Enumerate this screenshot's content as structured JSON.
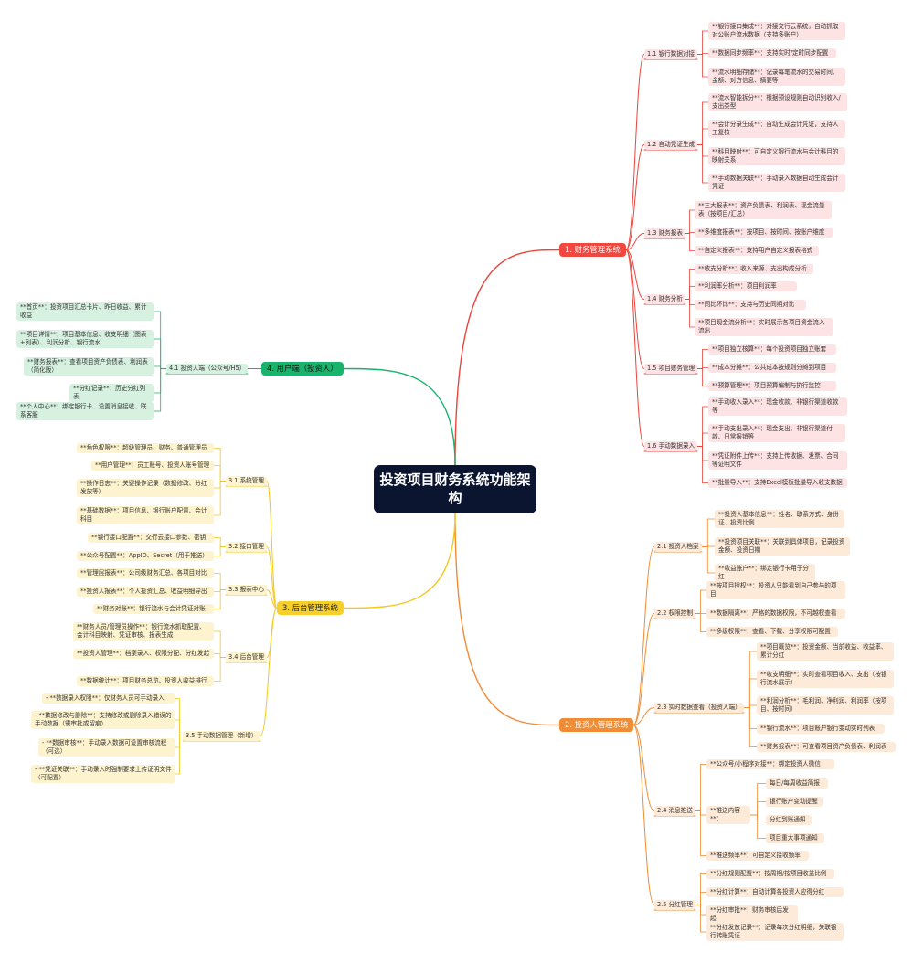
{
  "title": "投资项目财务系统功能架构",
  "branches": [
    {
      "label": "1. 财务管理系统",
      "children": [
        {
          "label": "1.1 银行数据对接",
          "children": [
            "**银行接口集成**：对接交行云系统，自动抓取对公账户流水数据（支持多账户）",
            "**数据同步频率**：支持实时/定时同步配置",
            "**流水明细存储**：记录每笔流水的交易时间、金额、对方信息、摘要等"
          ]
        },
        {
          "label": "1.2 自动凭证生成",
          "children": [
            "**流水智能拆分**：根据预设规则自动识别收入/支出类型",
            "**会计分录生成**：自动生成会计凭证，支持人工复核",
            "**科目映射**：可自定义银行流水与会计科目的映射关系",
            "**手动数据关联**：手动录入数据自动生成会计凭证"
          ]
        },
        {
          "label": "1.3 财务报表",
          "children": [
            "**三大报表**：资产负债表、利润表、现金流量表（按项目/汇总）",
            "**多维度报表**：按项目、按时间、按账户维度",
            "**自定义报表**：支持用户自定义报表格式"
          ]
        },
        {
          "label": "1.4 财务分析",
          "children": [
            "**收支分析**：收入来源、支出构成分析",
            "**利润率分析**：项目利润率",
            "**同比环比**：支持与历史同期对比",
            "**项目现金流分析**：实时展示各项目资金流入流出"
          ]
        },
        {
          "label": "1.5 项目财务管理",
          "children": [
            "**项目独立核算**：每个投资项目独立账套",
            "**成本分摊**：公共成本按规则分摊到项目",
            "**预算管理**：项目预算编制与执行监控"
          ]
        },
        {
          "label": "1.6 手动数据录入",
          "children": [
            "**手动收入录入**：现金收款、非银行渠道收款等",
            "**手动支出录入**：现金支出、非银行渠道付款、日常报销等",
            "**凭证附件上传**：支持上传收据、发票、合同等证明文件",
            "**批量导入**：支持Excel模板批量导入收支数据"
          ]
        }
      ]
    },
    {
      "label": "2. 投资人管理系统",
      "children": [
        {
          "label": "2.1 投资人档案",
          "children": [
            "**投资人基本信息**：姓名、联系方式、身份证、投资比例",
            "**投资项目关联**：关联到具体项目，记录投资金额、投资日期",
            "**收益账户**：绑定银行卡用于分红"
          ]
        },
        {
          "label": "2.2 权限控制",
          "children": [
            "**按项目授权**：投资人只能看到自己参与的项目",
            "**数据隔离**：严格的数据权限，不可越权查看",
            "**多级权限**：查看、下载、分享权限可配置"
          ]
        },
        {
          "label": "2.3 实时数据查看（投资人端）",
          "children": [
            "**项目概览**：投资金额、当前收益、收益率、累计分红",
            "**收支明细**：实时查看项目收入、支出（按银行流水展示）",
            "**利润分析**：毛利润、净利润、利润率（按项目、按时间）",
            "**银行流水**：项目账户银行变动实时列表",
            "**财务报表**：可查看项目资产负债表、利润表"
          ]
        },
        {
          "label": "2.4 消息推送",
          "children": [
            "**公众号/小程序对接**：绑定投资人微信",
            "**推送内容**：",
            "**推送频率**：可自定义接收频率"
          ],
          "sub": [
            "每日/每周收益简报",
            "银行账户变动提醒",
            "分红到账通知",
            "项目重大事项通知"
          ]
        },
        {
          "label": "2.5 分红管理",
          "children": [
            "**分红规则配置**：按周期/按项目收益比例",
            "**分红计算**：自动计算各投资人应得分红",
            "**分红审批**：财务审核后发起",
            "**分红发放记录**：记录每次分红明细，关联银行转账凭证"
          ]
        }
      ]
    },
    {
      "label": "3. 后台管理系统",
      "children": [
        {
          "label": "3.1 系统管理",
          "children": [
            "**角色权限**：超级管理员、财务、普通管理员",
            "**用户管理**：员工账号、投资人账号管理",
            "**操作日志**：关键操作记录（数据修改、分红发放等）",
            "**基础数据**：项目信息、银行账户配置、会计科目"
          ]
        },
        {
          "label": "3.2 接口管理",
          "children": [
            "**银行接口配置**：交行云接口参数、密钥",
            "**公众号配置**：AppID、Secret（用于推送）"
          ]
        },
        {
          "label": "3.3 报表中心",
          "children": [
            "**管理层报表**：公司级财务汇总、各项目对比",
            "**投资人报表**：个人投资汇总、收益明细导出",
            "**财务对账**：银行流水与会计凭证对账"
          ]
        },
        {
          "label": "3.4 后台管理",
          "children": [
            "**财务人员/管理员操作**：银行流水抓取配置、会计科目映射、凭证审核、报表生成",
            "**投资人管理**：档案录入、权限分配、分红发起",
            "**数据统计**：项目财务总览、投资人收益排行"
          ]
        },
        {
          "label": "3.5 手动数据管理（新增）",
          "children": [
            "- **数据录入权限**：仅财务人员可手动录入",
            "- **数据修改与删除**：支持修改或删除录入错误的手动数据（需审批或留痕）",
            "- **数据审核**：手动录入数据可设置审核流程（可选）",
            "- **凭证关联**：手动录入时强制要求上传证明文件（可配置）"
          ]
        }
      ]
    },
    {
      "label": "4. 用户端（投资人）",
      "children": [
        {
          "label": "4.1 投资人端（公众号/H5）",
          "children": [
            "**首页**：投资项目汇总卡片、昨日收益、累计收益",
            "**项目详情**：项目基本信息、收支明细（图表+列表）、利润分析、银行流水",
            "**财务报表**：查看项目资产负债表、利润表（简化版）",
            "**分红记录**：历史分红列表",
            "**个人中心**：绑定银行卡、设置消息接收、联系客服"
          ]
        }
      ]
    }
  ],
  "colors": {
    "red": "#e8453c",
    "orange": "#ef8c35",
    "yellow": "#f2c81f",
    "green": "#16b26b",
    "root": "#0b1530"
  }
}
